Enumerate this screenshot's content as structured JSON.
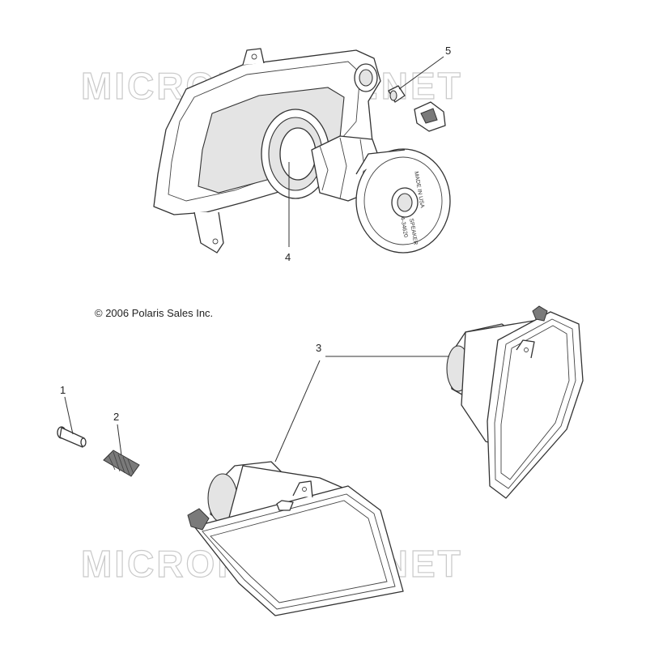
{
  "watermark": {
    "text": "MICROFICHES.NET",
    "color": "#c9c9c9"
  },
  "copyright": "© 2006 Polaris Sales Inc.",
  "callouts": [
    {
      "id": "1",
      "label": "1"
    },
    {
      "id": "2",
      "label": "2"
    },
    {
      "id": "3",
      "label": "3"
    },
    {
      "id": "4",
      "label": "4"
    },
    {
      "id": "5",
      "label": "5"
    }
  ],
  "bulb_stamp": {
    "line1": "MADE IN USA",
    "line2": "SPEAKER",
    "line3": "4-34620"
  }
}
